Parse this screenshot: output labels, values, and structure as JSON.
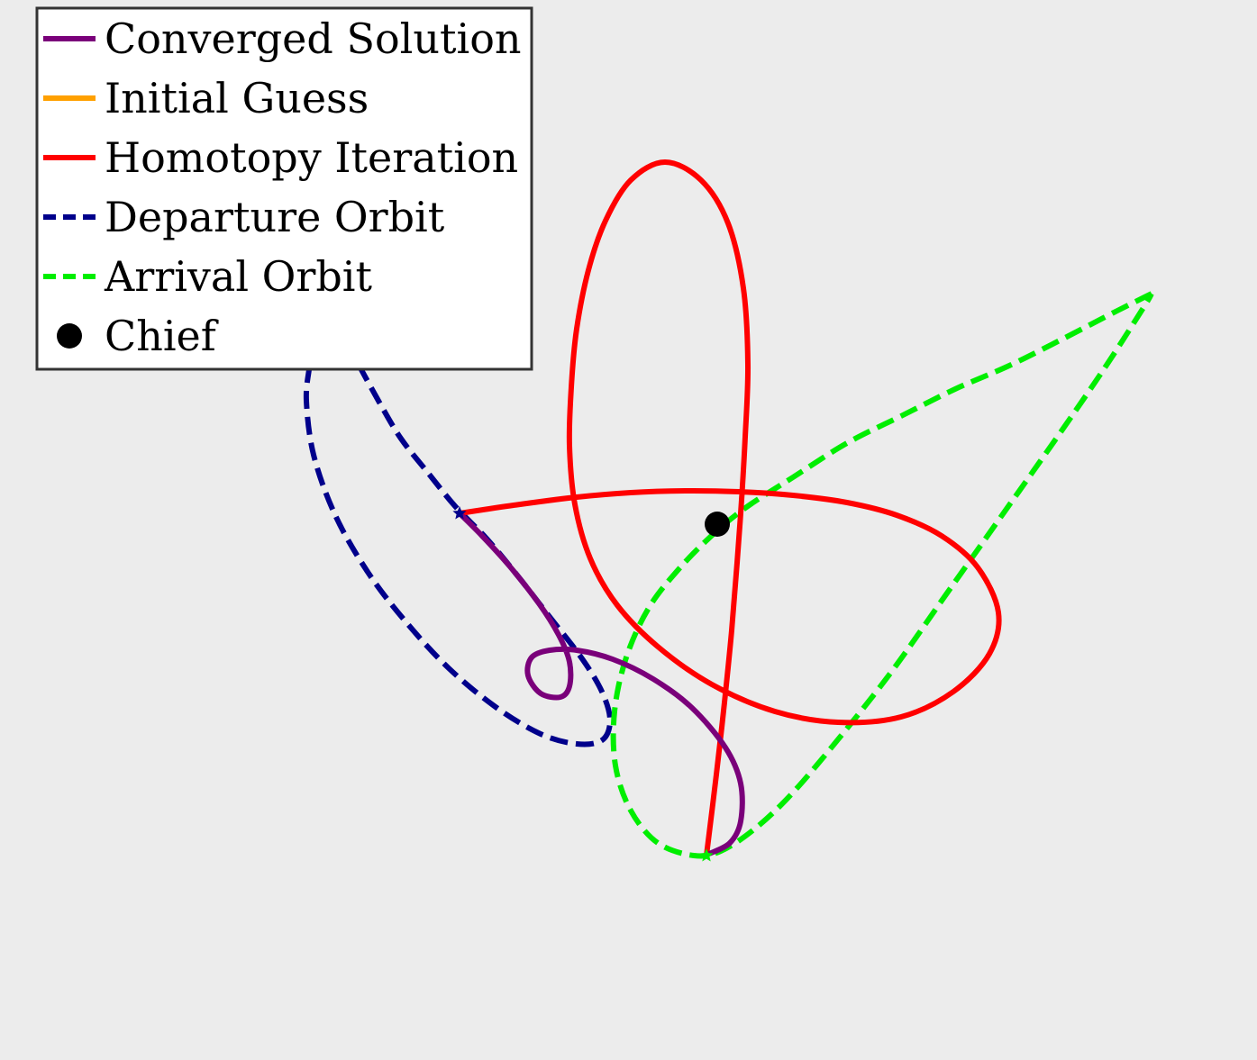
{
  "chart_data": {
    "type": "line",
    "title": "",
    "xlabel": "",
    "ylabel": "",
    "axes_visible": false,
    "grid": false,
    "legend_placement": "top-left",
    "background": "#ececec",
    "series": [
      {
        "name": "Converged Solution",
        "color": "#7a007a",
        "line_style": "solid",
        "points": [
          [
            510,
            570
          ],
          [
            535,
            595
          ],
          [
            565,
            628
          ],
          [
            598,
            670
          ],
          [
            620,
            705
          ],
          [
            632,
            735
          ],
          [
            632,
            762
          ],
          [
            622,
            774
          ],
          [
            600,
            770
          ],
          [
            586,
            750
          ],
          [
            590,
            730
          ],
          [
            610,
            722
          ],
          [
            640,
            722
          ],
          [
            680,
            732
          ],
          [
            725,
            754
          ],
          [
            768,
            786
          ],
          [
            805,
            830
          ],
          [
            822,
            870
          ],
          [
            822,
            912
          ],
          [
            810,
            936
          ],
          [
            787,
            948
          ]
        ]
      },
      {
        "name": "Initial Guess",
        "color": "#ffa000",
        "line_style": "solid",
        "points": []
      },
      {
        "name": "Homotopy Iteration",
        "color": "#ff0000",
        "line_style": "solid",
        "points": [
          [
            510,
            570
          ],
          [
            570,
            561
          ],
          [
            640,
            552
          ],
          [
            700,
            547
          ],
          [
            760,
            545
          ],
          [
            820,
            546
          ],
          [
            880,
            550
          ],
          [
            940,
            558
          ],
          [
            995,
            572
          ],
          [
            1045,
            595
          ],
          [
            1085,
            630
          ],
          [
            1108,
            680
          ],
          [
            1098,
            726
          ],
          [
            1058,
            768
          ],
          [
            1000,
            796
          ],
          [
            930,
            802
          ],
          [
            860,
            790
          ],
          [
            790,
            760
          ],
          [
            730,
            718
          ],
          [
            685,
            672
          ],
          [
            655,
            620
          ],
          [
            638,
            560
          ],
          [
            632,
            495
          ],
          [
            634,
            430
          ],
          [
            640,
            365
          ],
          [
            653,
            300
          ],
          [
            672,
            245
          ],
          [
            700,
            200
          ],
          [
            738,
            180
          ],
          [
            778,
            200
          ],
          [
            808,
            248
          ],
          [
            825,
            320
          ],
          [
            830,
            405
          ],
          [
            827,
            485
          ],
          [
            823,
            555
          ],
          [
            818,
            625
          ],
          [
            812,
            700
          ],
          [
            804,
            780
          ],
          [
            795,
            860
          ],
          [
            784,
            950
          ]
        ]
      },
      {
        "name": "Departure Orbit",
        "color": "#00008b",
        "line_style": "dashed",
        "points": [
          [
            398,
            405
          ],
          [
            420,
            445
          ],
          [
            445,
            487
          ],
          [
            475,
            525
          ],
          [
            505,
            562
          ],
          [
            540,
            598
          ],
          [
            575,
            640
          ],
          [
            610,
            685
          ],
          [
            645,
            730
          ],
          [
            668,
            768
          ],
          [
            677,
            800
          ],
          [
            668,
            822
          ],
          [
            640,
            826
          ],
          [
            600,
            815
          ],
          [
            550,
            785
          ],
          [
            498,
            742
          ],
          [
            450,
            690
          ],
          [
            408,
            635
          ],
          [
            372,
            572
          ],
          [
            348,
            505
          ],
          [
            340,
            445
          ],
          [
            343,
            410
          ]
        ]
      },
      {
        "name": "Arrival Orbit",
        "color": "#00ee00",
        "line_style": "dashed",
        "points": [
          [
            1278,
            326
          ],
          [
            1240,
            345
          ],
          [
            1180,
            376
          ],
          [
            1120,
            406
          ],
          [
            1060,
            432
          ],
          [
            1000,
            462
          ],
          [
            940,
            492
          ],
          [
            880,
            530
          ],
          [
            830,
            562
          ],
          [
            795,
            590
          ],
          [
            755,
            630
          ],
          [
            720,
            675
          ],
          [
            695,
            730
          ],
          [
            682,
            790
          ],
          [
            683,
            850
          ],
          [
            700,
            900
          ],
          [
            730,
            936
          ],
          [
            770,
            950
          ],
          [
            800,
            945
          ],
          [
            838,
            920
          ],
          [
            880,
            880
          ],
          [
            935,
            815
          ],
          [
            990,
            745
          ],
          [
            1050,
            660
          ],
          [
            1110,
            575
          ],
          [
            1170,
            490
          ],
          [
            1225,
            410
          ],
          [
            1270,
            340
          ],
          [
            1278,
            326
          ]
        ]
      },
      {
        "name": "Chief",
        "color": "#000000",
        "marker": "circle",
        "points": [
          [
            796,
            582
          ]
        ]
      }
    ],
    "markers": [
      {
        "series": "Departure Orbit",
        "symbol": "star",
        "x": 510,
        "y": 570
      },
      {
        "series": "Arrival Orbit",
        "symbol": "star",
        "x": 784,
        "y": 950
      }
    ]
  }
}
